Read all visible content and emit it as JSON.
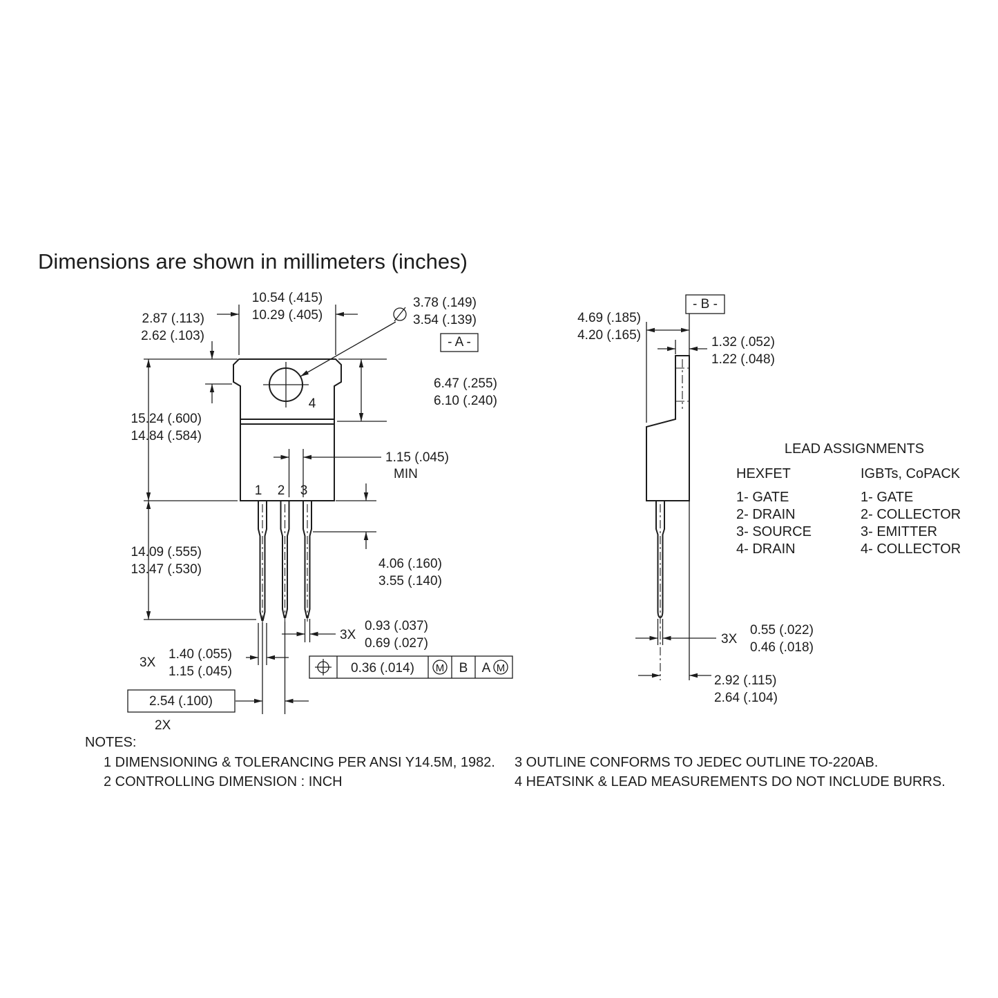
{
  "title": "Dimensions are shown in millimeters (inches)",
  "front_view": {
    "datum_label": "- A -",
    "pin_labels": {
      "pin1": "1",
      "pin2": "2",
      "pin3": "3",
      "pin4": "4"
    },
    "dim_tab_width": {
      "max": "10.54 (.415)",
      "min": "10.29 (.405)"
    },
    "dim_notch_offset": {
      "max": "2.87 (.113)",
      "min": "2.62 (.103)"
    },
    "dim_hole_diameter": {
      "max": "3.78 (.149)",
      "min": "3.54 (.139)",
      "symbol": "diameter"
    },
    "dim_tab_height": {
      "max": "6.47 (.255)",
      "min": "6.10 (.240)"
    },
    "dim_body_height": {
      "max": "15.24 (.600)",
      "min": "14.84 (.584)"
    },
    "dim_lead_clearance": {
      "value": "1.15 (.045)",
      "qualifier": "MIN"
    },
    "dim_lead_length": {
      "max": "14.09 (.555)",
      "min": "13.47 (.530)"
    },
    "dim_lead_shoulder": {
      "max": "4.06 (.160)",
      "min": "3.55 (.140)"
    },
    "dim_lead_tip_width": {
      "count": "3X",
      "max": "0.93 (.037)",
      "min": "0.69 (.027)"
    },
    "dim_lead_base_width": {
      "count": "3X",
      "max": "1.40 (.055)",
      "min": "1.15 (.045)"
    },
    "dim_lead_pitch": {
      "value": "2.54 (.100)",
      "count": "2X"
    },
    "feature_control_frame": {
      "symbol": "true-position",
      "tolerance": "0.36 (.014)",
      "modifier": "M",
      "datum_1": "B",
      "datum_2": "A"
    }
  },
  "side_view": {
    "datum_label": "- B -",
    "dim_overall_thickness": {
      "max": "4.69 (.185)",
      "min": "4.20 (.165)"
    },
    "dim_tab_thickness": {
      "max": "1.32 (.052)",
      "min": "1.22 (.048)"
    },
    "dim_lead_thickness": {
      "count": "3X",
      "max": "0.55 (.022)",
      "min": "0.46 (.018)"
    },
    "dim_lead_to_back": {
      "max": "2.92 (.115)",
      "min": "2.64 (.104)"
    }
  },
  "lead_assignments": {
    "title": "LEAD ASSIGNMENTS",
    "hexfet": {
      "header": "HEXFET",
      "items": [
        "1- GATE",
        "2- DRAIN",
        "3- SOURCE",
        "4- DRAIN"
      ]
    },
    "igbt": {
      "header": "IGBTs, CoPACK",
      "items": [
        "1- GATE",
        "2- COLLECTOR",
        "3- EMITTER",
        "4- COLLECTOR"
      ]
    }
  },
  "notes": {
    "heading": "NOTES:",
    "items": [
      "1  DIMENSIONING & TOLERANCING PER ANSI Y14.5M, 1982.",
      "2  CONTROLLING DIMENSION : INCH",
      "3  OUTLINE CONFORMS TO JEDEC OUTLINE TO-220AB.",
      "4  HEATSINK & LEAD MEASUREMENTS DO NOT INCLUDE BURRS."
    ]
  },
  "icons": {
    "diameter_symbol": "circle-with-slash",
    "true_position_symbol": "circle-with-crosshair",
    "material_condition_symbol": "circled-M"
  },
  "colors": {
    "ink": "#1c1c1c",
    "background": "#ffffff"
  }
}
